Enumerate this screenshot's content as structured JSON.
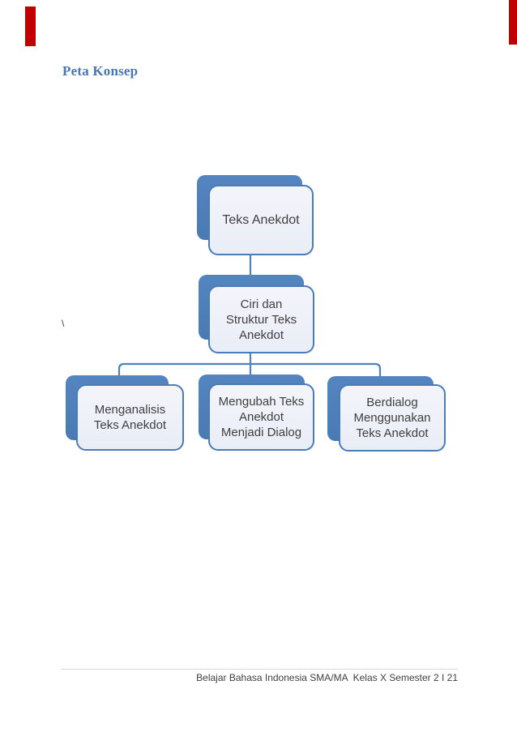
{
  "page": {
    "heading": "Peta Konsep",
    "stray_character": "\\",
    "footer": "Belajar Bahasa Indonesia SMA/MA  Kelas X Semester 2 I 21"
  },
  "colors": {
    "accent_blue": "#4f81bd",
    "box_border_blue": "#4a7cb8",
    "box_fill_light": "#edf0f8",
    "heading_blue": "#4976b6",
    "text_dark": "#3f3f3f",
    "red_mark": "#c00000",
    "footer_line_gray": "#d9d9d9"
  },
  "concept_map": {
    "type": "tree-diagram",
    "nodes": [
      {
        "id": "root",
        "label": "Teks Anekdot",
        "lines": [
          "Teks Anekdot"
        ]
      },
      {
        "id": "mid",
        "label": "Ciri dan Struktur Teks Anekdot",
        "lines": [
          "Ciri dan",
          "Struktur Teks",
          "Anekdot"
        ]
      },
      {
        "id": "child-1",
        "label": "Menganalisis Teks Anekdot",
        "lines": [
          "Menganalisis",
          "Teks Anekdot"
        ]
      },
      {
        "id": "child-2",
        "label": "Mengubah Teks Anekdot Menjadi Dialog",
        "lines": [
          "Mengubah Teks",
          "Anekdot",
          "Menjadi Dialog"
        ]
      },
      {
        "id": "child-3",
        "label": "Berdialog Menggunakan Teks Anekdot",
        "lines": [
          "Berdialog",
          "Menggunakan",
          "Teks Anekdot"
        ]
      }
    ],
    "edges": [
      [
        "root",
        "mid"
      ],
      [
        "mid",
        "child-1"
      ],
      [
        "mid",
        "child-2"
      ],
      [
        "mid",
        "child-3"
      ]
    ]
  }
}
